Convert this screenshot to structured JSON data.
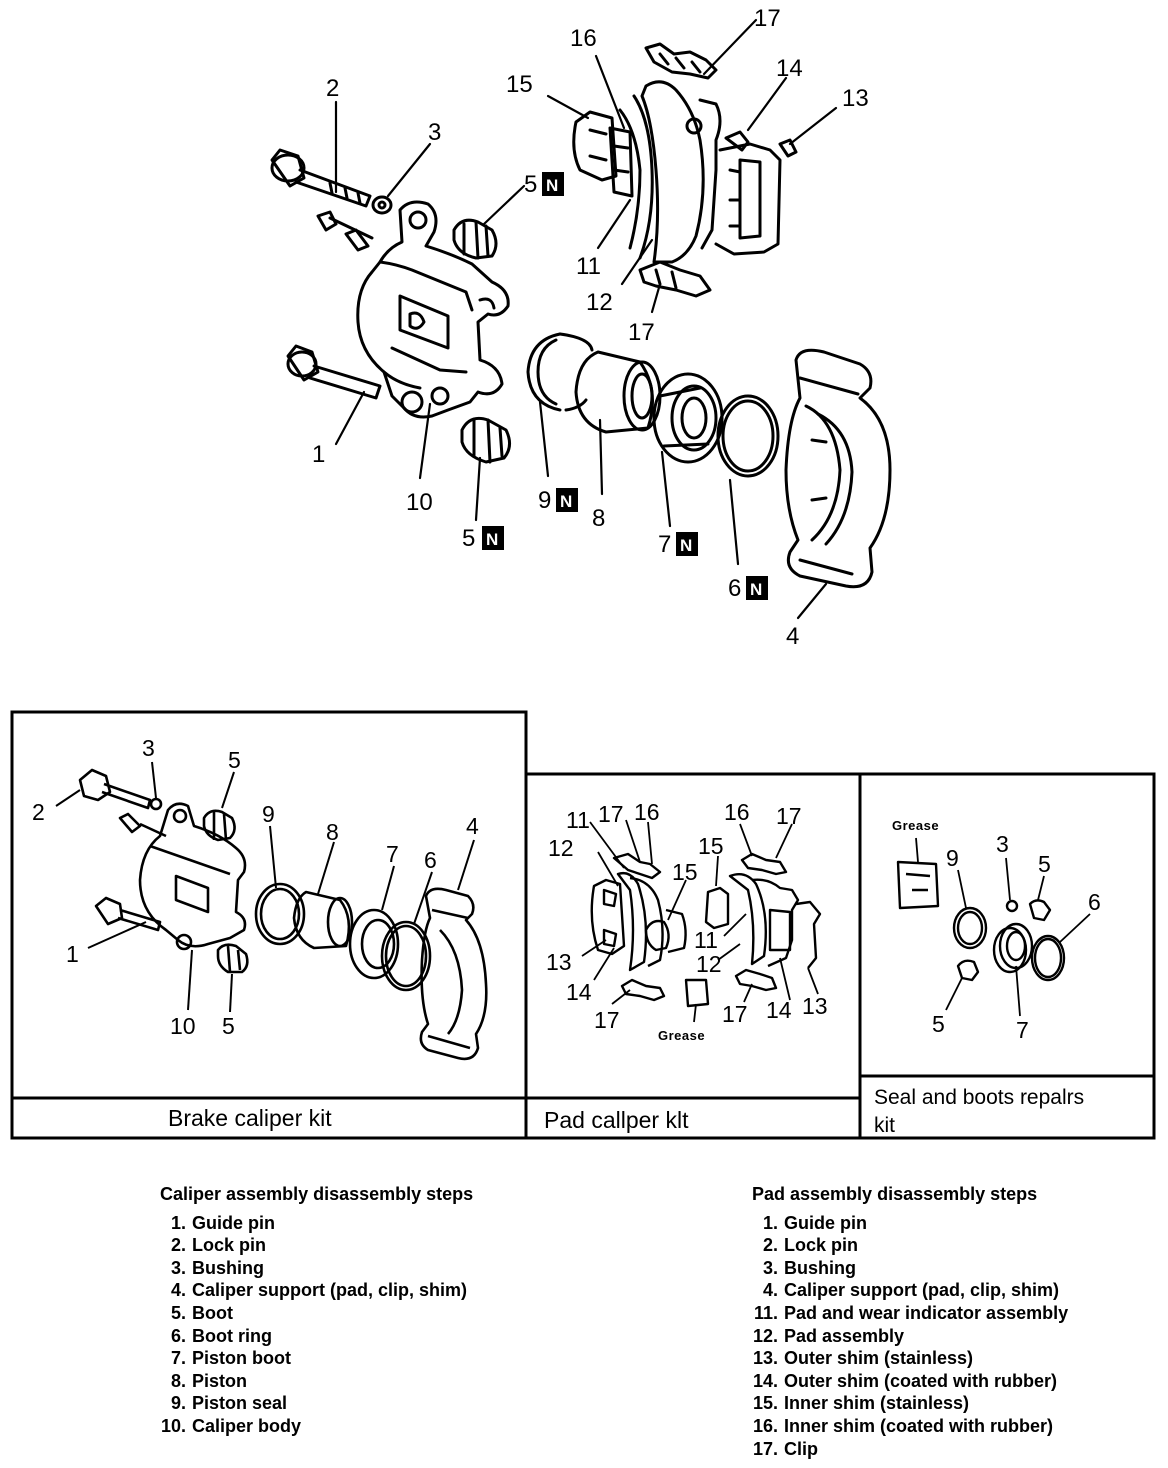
{
  "main_labels": {
    "n1": "1",
    "n2": "2",
    "n3": "3",
    "n4": "4",
    "n5a": "5",
    "n5b": "5",
    "n6": "6",
    "n7": "7",
    "n8": "8",
    "n9": "9",
    "n10": "10",
    "n11": "11",
    "n12": "12",
    "n13": "13",
    "n14": "14",
    "n15": "15",
    "n16": "16",
    "n17a": "17",
    "n17b": "17"
  },
  "n_tag": "N",
  "kits": {
    "brake": {
      "caption": "Brake caliper kit",
      "labels": {
        "n1": "1",
        "n2": "2",
        "n3": "3",
        "n4": "4",
        "n5a": "5",
        "n5b": "5",
        "n6": "6",
        "n7": "7",
        "n8": "8",
        "n9": "9",
        "n10": "10"
      }
    },
    "pad": {
      "caption": "Pad callper klt",
      "grease": "Grease",
      "labels": {
        "n11a": "11",
        "n17a": "17",
        "n16a": "16",
        "n12a": "12",
        "n15a": "15",
        "n13a": "13",
        "n14a": "14",
        "n17b": "17",
        "n16b": "16",
        "n17c": "17",
        "n15b": "15",
        "n11b": "11",
        "n12b": "12",
        "n17d": "17",
        "n14b": "14",
        "n13b": "13"
      }
    },
    "seal": {
      "caption_line1": "Seal and boots repalrs",
      "caption_line2": "kit",
      "grease": "Grease",
      "labels": {
        "n9": "9",
        "n3": "3",
        "n5a": "5",
        "n6": "6",
        "n5b": "5",
        "n7": "7"
      }
    }
  },
  "caliper_steps": {
    "heading": "Caliper assembly disassembly steps",
    "items": [
      {
        "num": "1.",
        "text": "Guide pin"
      },
      {
        "num": "2.",
        "text": "Lock pin"
      },
      {
        "num": "3.",
        "text": "Bushing"
      },
      {
        "num": "4.",
        "text": "Caliper support (pad, clip, shim)"
      },
      {
        "num": "5.",
        "text": "Boot"
      },
      {
        "num": "6.",
        "text": "Boot ring"
      },
      {
        "num": "7.",
        "text": "Piston boot"
      },
      {
        "num": "8.",
        "text": "Piston"
      },
      {
        "num": "9.",
        "text": "Piston seal"
      },
      {
        "num": "10.",
        "text": "Caliper body"
      }
    ]
  },
  "pad_steps": {
    "heading": "Pad assembly disassembly steps",
    "items": [
      {
        "num": "1.",
        "text": "Guide pin"
      },
      {
        "num": "2.",
        "text": "Lock pin"
      },
      {
        "num": "3.",
        "text": "Bushing"
      },
      {
        "num": "4.",
        "text": "Caliper support (pad, clip, shim)"
      },
      {
        "num": "11.",
        "text": "Pad and wear indicator assembly"
      },
      {
        "num": "12.",
        "text": "Pad assembly"
      },
      {
        "num": "13.",
        "text": "Outer shim (stainless)"
      },
      {
        "num": "14.",
        "text": "Outer shim (coated with rubber)"
      },
      {
        "num": "15.",
        "text": "Inner shim (stainless)"
      },
      {
        "num": "16.",
        "text": "Inner shim (coated with rubber)"
      },
      {
        "num": "17.",
        "text": "Clip"
      }
    ]
  }
}
